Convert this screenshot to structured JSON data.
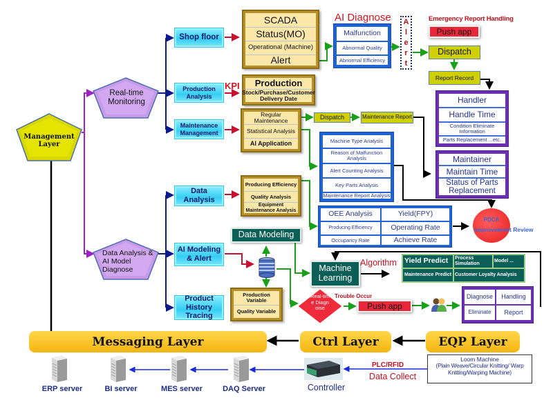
{
  "diagram_title": "Smart Factory Management Architecture",
  "management_layer": {
    "label": "Management Layer"
  },
  "branches": {
    "realtime": {
      "label": "Real-time Monitoring"
    },
    "analysis": {
      "label": "Data Analysis & AI Model Diagnose"
    }
  },
  "realtime_items": {
    "shop_floor": "Shop floor",
    "production_analysis": "Production Analysis",
    "maintenance_management": "Maintenance Management"
  },
  "scada_box": {
    "cells": [
      "SCADA",
      "Status(MO)",
      "Operational (Machine)",
      "Alert"
    ]
  },
  "ai_diagnose": {
    "title": "AI Diagnose",
    "cells": [
      "Malfunction",
      "Abnormal Quality",
      "Abnormal Efficiency"
    ]
  },
  "alert_column": {
    "letters": [
      "A",
      "l",
      "e",
      "r",
      "t"
    ]
  },
  "emergency": {
    "title": "Emergency Report Handling",
    "push_app": "Push app",
    "dispatch": "Dispatch",
    "report_record": "Report Record"
  },
  "kpi_label": "KPI",
  "production_box": {
    "cells": [
      "Production",
      "Stock/Purchase/Customer Delivery Date"
    ]
  },
  "maintenance_box": {
    "cells": [
      "Regular Maintenance",
      "Statistical Analysis",
      "AI Application"
    ]
  },
  "maintenance_flow": {
    "dispatch": "Dispatch",
    "maintenance_report": "Maintenance Report"
  },
  "handler_box": {
    "cells": [
      "Handler",
      "Handle Time",
      "Condition Eliminate Information",
      "Parts Replacement ...etc."
    ]
  },
  "maintainer_box": {
    "cells": [
      "Maintainer",
      "Maintain Time",
      "Status of Parts Replacement"
    ]
  },
  "stat_analysis_box": {
    "cells": [
      "Machine Type Analysis",
      "Reason of Malfunction Analysis",
      "Alert Counting Analysis",
      "Key Parts Analysis",
      "Maintenance Report Analysis"
    ]
  },
  "analysis_items": {
    "data_analysis": "Data Analysis",
    "ai_modeling": "AI Modeling & Alert",
    "product_history": "Product History Tracing"
  },
  "data_analysis_box": {
    "cells": [
      "Producing Efficiency",
      "Quality Analysis",
      "Equipment Maintenance Analysis"
    ]
  },
  "oee_box": {
    "left": [
      "OEE Analysis",
      "Producing Efficiency",
      "Occupancy Rate"
    ],
    "right": [
      "Yield(FPY)",
      "Operating Rate",
      "Achieve Rate"
    ]
  },
  "pdca": {
    "title": "PDCA",
    "subtitle": "Improvement Review"
  },
  "data_modeling": "Data Modeling",
  "machine_learning": "Machine Learning",
  "algorithm_label": "Algorithm",
  "predict_box": {
    "yield_predict": "Yield Predict",
    "maintenance_predict": "Maintenance Predict",
    "process_simulation": "Process Simulation",
    "model": "Model ...",
    "customer_loyalty": "Customer Loyalty Analysis"
  },
  "variables_box": {
    "cells": [
      "Production Variable",
      "Quality Variable"
    ]
  },
  "realtime_diagnose": {
    "label": "Real-time Diagnoise",
    "trouble_occur": "Trouble Occur",
    "push_app": "Push app"
  },
  "diagnose_box": {
    "cells": [
      "Diagnose",
      "Handling",
      "Eliminate",
      "Report"
    ]
  },
  "layers": {
    "messaging": "Messaging Layer",
    "ctrl": "Ctrl Layer",
    "eqp": "EQP Layer"
  },
  "servers": [
    {
      "label": "ERP server"
    },
    {
      "label": "BI server"
    },
    {
      "label": "MES server"
    },
    {
      "label": "DAQ Server"
    }
  ],
  "controller": {
    "label": "Controller"
  },
  "data_collect": {
    "protocol": "PLC/RFID",
    "label": "Data Collect"
  },
  "loom_machine": {
    "title": "Loom Machine",
    "detail": "(Plain Weave/Circular Knitting/ Warp Knitting/Warping Machine)"
  },
  "colors": {
    "cyan": "#35cdf3",
    "gold": "#b8912a",
    "blue": "#1f63d6",
    "purple": "#6b2fb3",
    "olive": "#d0d000",
    "teal": "#0b5f56",
    "red": "#e8283a",
    "layer_yellow": "#f5b50f"
  }
}
